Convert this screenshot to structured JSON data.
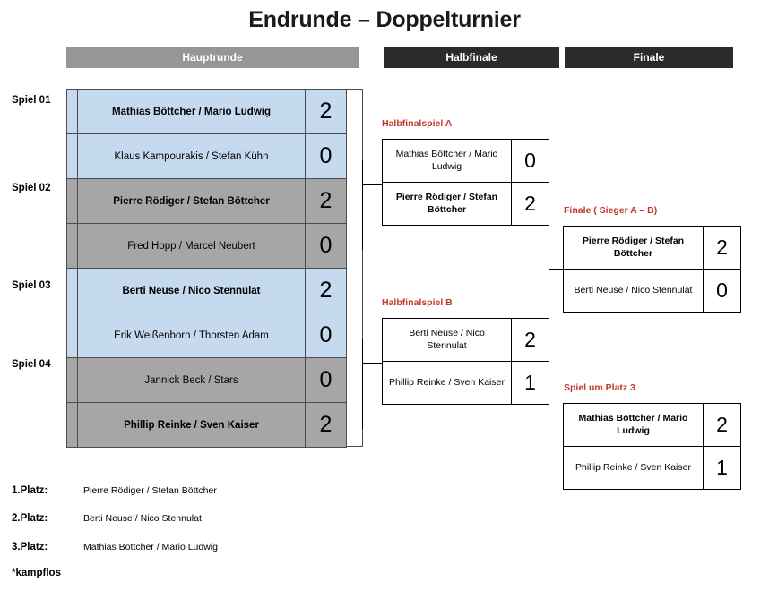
{
  "title": "Endrunde – Doppelturnier",
  "round_bars": {
    "main": "Hauptrunde",
    "semi": "Halbfinale",
    "final": "Finale"
  },
  "spiel_labels": {
    "s1": "Spiel 01",
    "s2": "Spiel 02",
    "s3": "Spiel 03",
    "s4": "Spiel 04"
  },
  "main_round": {
    "rows": [
      {
        "team": "Mathias Böttcher / Mario Ludwig",
        "score": "2",
        "winner": true,
        "shade": "blue"
      },
      {
        "team": "Klaus Kampourakis / Stefan Kühn",
        "score": "0",
        "winner": false,
        "shade": "blue"
      },
      {
        "team": "Pierre Rödiger / Stefan Böttcher",
        "score": "2",
        "winner": true,
        "shade": "gray"
      },
      {
        "team": "Fred Hopp / Marcel Neubert",
        "score": "0",
        "winner": false,
        "shade": "gray"
      },
      {
        "team": "Berti Neuse / Nico Stennulat",
        "score": "2",
        "winner": true,
        "shade": "blue"
      },
      {
        "team": "Erik Weißenborn / Thorsten Adam",
        "score": "0",
        "winner": false,
        "shade": "blue"
      },
      {
        "team": "Jannick Beck / Stars",
        "score": "0",
        "winner": false,
        "shade": "gray"
      },
      {
        "team": "Phillip Reinke / Sven Kaiser",
        "score": "2",
        "winner": true,
        "shade": "gray"
      }
    ]
  },
  "captions": {
    "semi_a": "Halbfinalspiel A",
    "semi_b": "Halbfinalspiel B",
    "final": "Finale ( Sieger A – B)",
    "third": "Spiel um Platz 3"
  },
  "semi_a": {
    "rows": [
      {
        "team": "Mathias Böttcher / Mario Ludwig",
        "score": "0",
        "winner": false
      },
      {
        "team": "Pierre Rödiger / Stefan Böttcher",
        "score": "2",
        "winner": true
      }
    ]
  },
  "semi_b": {
    "rows": [
      {
        "team": "Berti Neuse / Nico Stennulat",
        "score": "2",
        "winner": false
      },
      {
        "team": "Phillip Reinke / Sven Kaiser",
        "score": "1",
        "winner": false
      }
    ]
  },
  "final_match": {
    "rows": [
      {
        "team": "Pierre Rödiger / Stefan Böttcher",
        "score": "2",
        "winner": true
      },
      {
        "team": "Berti Neuse / Nico Stennulat",
        "score": "0",
        "winner": false
      }
    ]
  },
  "third_match": {
    "rows": [
      {
        "team": "Mathias Böttcher / Mario Ludwig",
        "score": "2",
        "winner": true
      },
      {
        "team": "Phillip Reinke / Sven Kaiser",
        "score": "1",
        "winner": false
      }
    ]
  },
  "placements": [
    {
      "rank": "1.Platz:",
      "team": "Pierre Rödiger / Stefan Böttcher"
    },
    {
      "rank": "2.Platz:",
      "team": "Berti Neuse / Nico Stennulat"
    },
    {
      "rank": "3.Platz:",
      "team": "Mathias Böttcher / Mario Ludwig"
    }
  ],
  "footnote": "*kampflos",
  "colors": {
    "bar_main": "#969696",
    "bar_dark": "#2b2b2b",
    "row_blue": "#c5d9ef",
    "row_gray": "#a6a6a6",
    "caption_red": "#c0392b"
  }
}
